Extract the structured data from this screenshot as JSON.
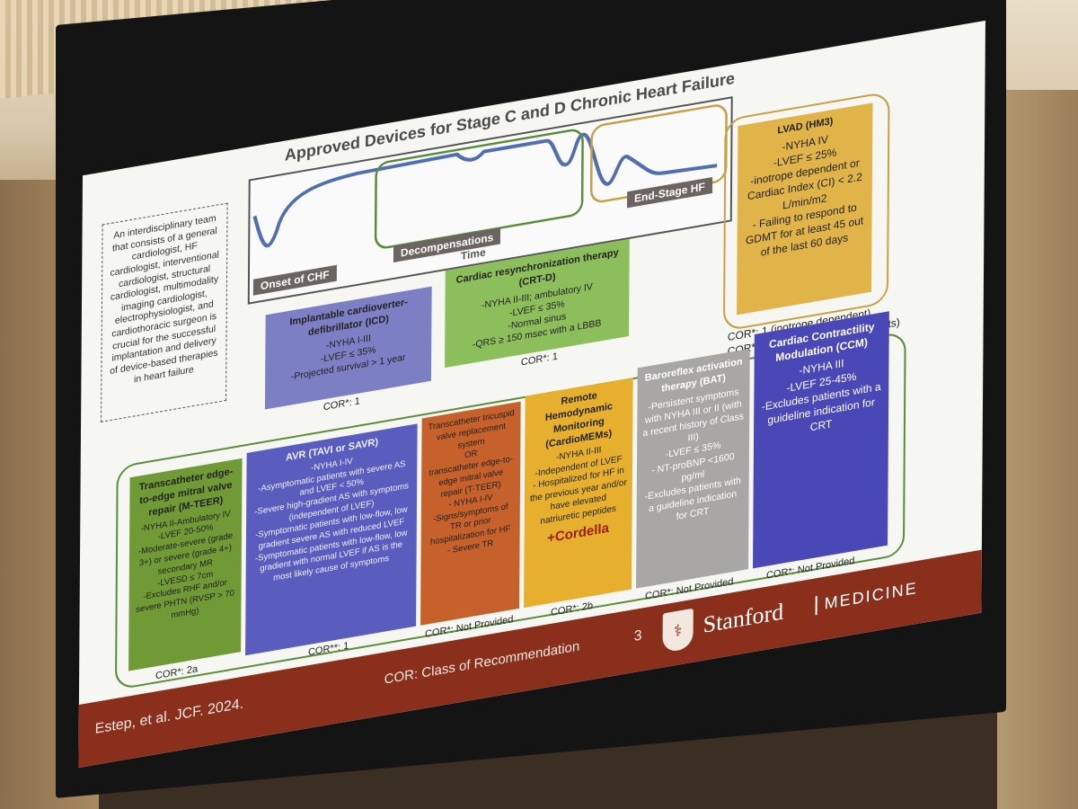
{
  "slide": {
    "title": "Approved Devices for Stage C and D Chronic Heart Failure",
    "team_note": "An interdisciplinary team that consists of a general cardiologist, HF cardiologist, interventional cardiologist, structural cardiologist, multimodality imaging cardiologist, electrophysiologist, and cardiothoracic surgeon is crucial for the successful implantation and delivery of device-based therapies in heart failure",
    "timeline": {
      "onset": "Onset of CHF",
      "decomp": "Decompensations",
      "endstage": "End-Stage HF",
      "time": "Time"
    },
    "icd": {
      "title": "Implantable cardioverter-defibrillator (ICD)",
      "lines": [
        "-NYHA I-III",
        "-LVEF ≤ 35%",
        "-Projected survival > 1 year"
      ],
      "cor": "COR*: 1"
    },
    "crt": {
      "title": "Cardiac resynchronization therapy (CRT-D)",
      "lines": [
        "-NYHA II-III; ambulatory IV",
        "-LVEF ≤ 35%",
        "-Normal sinus",
        "-QRS ≥ 150 msec with a LBBB"
      ],
      "cor": "COR*: 1"
    },
    "lvad": {
      "title": "LVAD (HM3)",
      "lines": [
        "-NYHA IV",
        "-LVEF ≤ 25%",
        "-inotrope dependent or Cardiac Index (CI) < 2.2 L/min/m2",
        "- Failing to respond to GDMT for at least 45 out of the last 60 days"
      ],
      "cor1": "COR*: 1  (inotrope dependent)",
      "cor2": "COR*: 2a (Select NYHA IV patients)"
    },
    "mteer": {
      "title": "Transcatheter edge-to-edge mitral valve repair (M-TEER)",
      "lines": [
        "-NYHA II-Ambulatory IV",
        "-LVEF 20-50%",
        "-Moderate-severe (grade 3+) or severe (grade 4+) secondary MR",
        "-LVESD ≤ 7cm",
        "-Excludes RHF and/or severe PHTN (RVSP > 70 mmHg)"
      ],
      "cor": "COR*: 2a"
    },
    "avr": {
      "title": "AVR (TAVI or SAVR)",
      "lines": [
        "-NYHA I-IV",
        "-Asymptomatic patients with severe AS and LVEF < 50%",
        "-Severe high-gradient AS with symptoms (independent of LVEF)",
        "-Symptomatic patients with low-flow, low gradient severe AS with reduced LVEF",
        "-Symptomatic patients with low-flow, low gradient with normal LVEF if AS is the most likely cause of symptoms"
      ],
      "cor": "COR**: 1"
    },
    "tteer": {
      "lines": [
        "Transcatheter tricuspid valve replacement system",
        "OR",
        "transcatheter edge-to-edge mitral valve repair (T-TEER)",
        "- NYHA I-IV",
        "-Signs/symptoms of TR or prior hospitalization for HF",
        "- Severe TR"
      ],
      "cor": "COR*: Not Provided"
    },
    "cardiomems": {
      "title": "Remote Hemodynamic Monitoring (CardioMEMs)",
      "lines": [
        "-NYHA II-III",
        "-Independent of LVEF",
        "- Hospitalized for HF in the previous year and/or have elevated natriuretic peptides"
      ],
      "extra": "+Cordella",
      "cor": "COR*: 2b"
    },
    "bat": {
      "title": "Baroreflex activation therapy (BAT)",
      "lines": [
        "-Persistent symptoms with NYHA III or II (with a recent history of Class III)",
        "-LVEF ≤ 35%",
        "- NT-proBNP <1600 pg/ml",
        "-Excludes patients with a guideline indication for CRT"
      ],
      "cor": "COR*: Not Provided"
    },
    "ccm": {
      "title": "Cardiac Contractility Modulation (CCM)",
      "lines": [
        "-NYHA III",
        "-LVEF 25-45%",
        "-Excludes patients with a guideline indication for CRT"
      ],
      "cor": "COR*: Not Provided"
    },
    "footer": {
      "citation": "Estep, et al. JCF. 2024.",
      "cor_def": "COR: Class of Recommendation",
      "page": "3",
      "brand": "Stanford",
      "brand2": "MEDICINE"
    }
  },
  "colors": {
    "icd": "#7d7fc4",
    "crt": "#8cbf5c",
    "lvad": "#e1b44a",
    "mteer": "#6f9a35",
    "avr": "#5a5dbd",
    "tteer": "#c7612b",
    "cardiomems": "#e6b02e",
    "bat": "#a9a6a6",
    "ccm": "#4a47b6"
  }
}
